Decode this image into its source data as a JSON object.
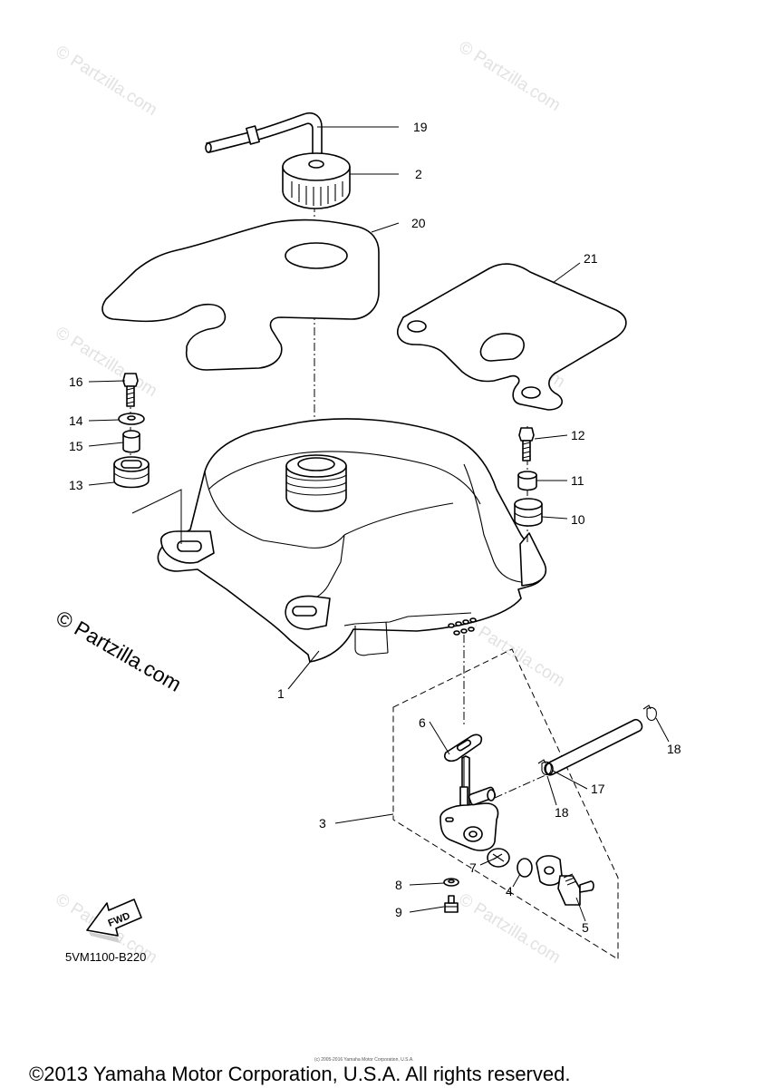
{
  "watermark": "© Partzilla.com",
  "diagram_code": "5VM1100-B220",
  "direction_label": "FWD",
  "fine_print": "(c) 2005-2016 Yamaha Motor Corporation, U.S.A.",
  "copyright": "©2013 Yamaha Motor Corporation, U.S.A. All rights reserved.",
  "callouts": {
    "c1": "1",
    "c2": "2",
    "c3": "3",
    "c4": "4",
    "c5": "5",
    "c6": "6",
    "c7": "7",
    "c8": "8",
    "c9": "9",
    "c10": "10",
    "c11": "11",
    "c12": "12",
    "c13": "13",
    "c14": "14",
    "c15": "15",
    "c16": "16",
    "c17": "17",
    "c18a": "18",
    "c18b": "18",
    "c19": "19",
    "c20": "20",
    "c21": "21"
  }
}
